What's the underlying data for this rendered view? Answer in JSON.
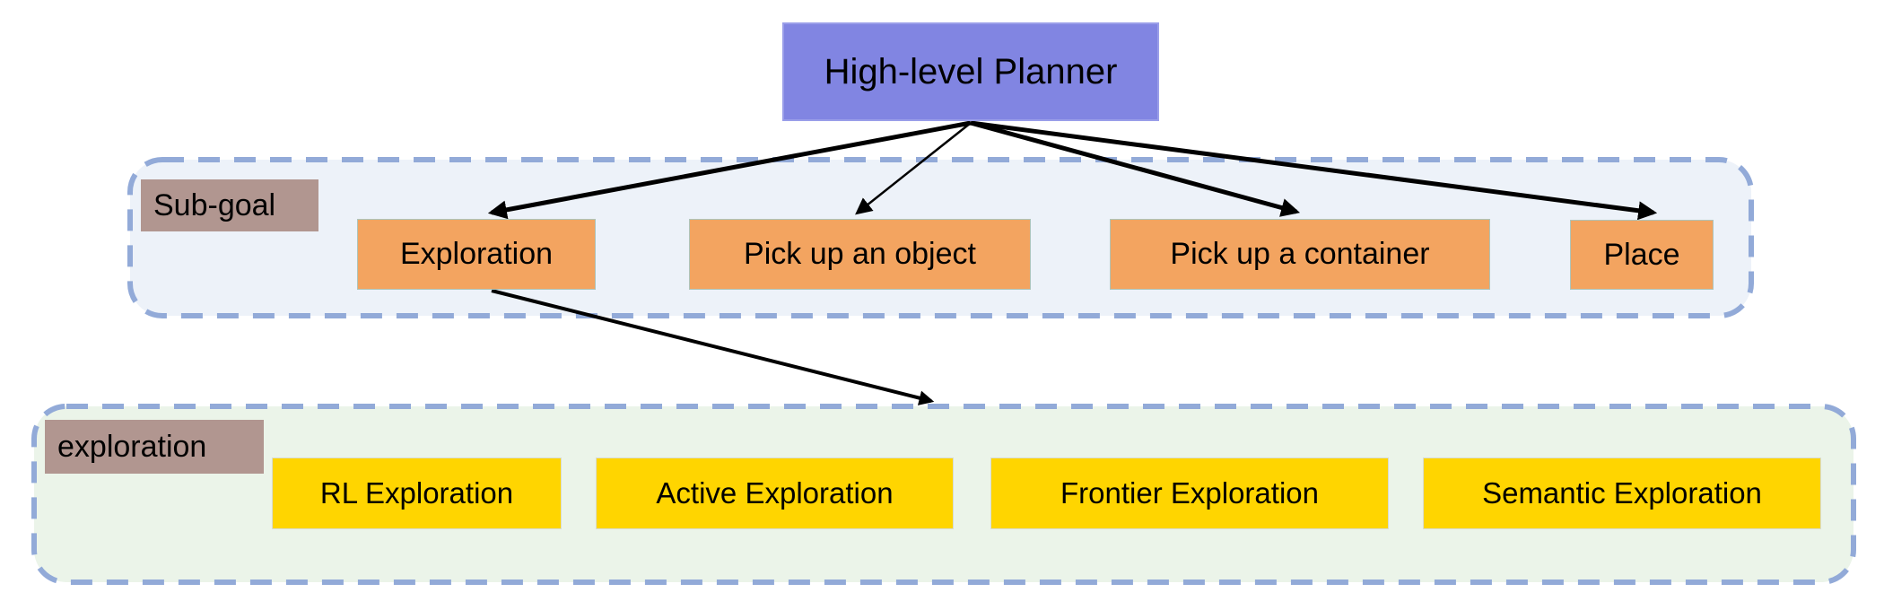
{
  "colors": {
    "root_fill": "#8185e2",
    "subgoal_fill": "#f3a460",
    "exploration_fill": "#ffd500",
    "group_label_fill": "#b19690",
    "subgoal_group_bg": "#edf2f9",
    "exploration_group_bg": "#ebf4e9",
    "group_border": "#92aad8",
    "arrow": "#000000"
  },
  "planner": {
    "label": "High-level Planner"
  },
  "groups": {
    "subgoal": {
      "label": "Sub-goal",
      "items": [
        {
          "label": "Exploration"
        },
        {
          "label": "Pick up an object"
        },
        {
          "label": "Pick up a container"
        },
        {
          "label": "Place"
        }
      ]
    },
    "exploration": {
      "label": "exploration",
      "items": [
        {
          "label": "RL Exploration"
        },
        {
          "label": "Active Exploration"
        },
        {
          "label": "Frontier Exploration"
        },
        {
          "label": "Semantic Exploration"
        }
      ]
    }
  }
}
